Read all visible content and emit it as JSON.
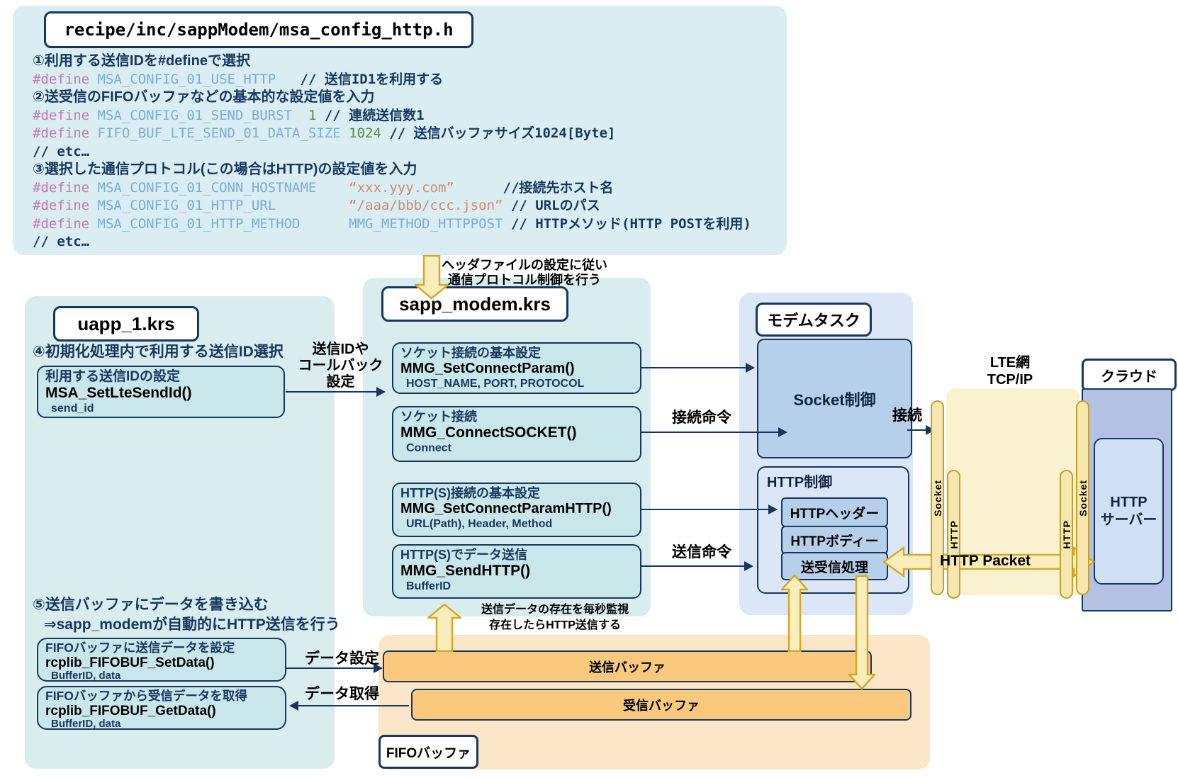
{
  "palette": {
    "navy_border": "#17375e",
    "ice_panel": "#d9edf2",
    "teal_panel": "#d9edef",
    "teal_box": "#c9e6ea",
    "blue_panel": "#dbe7f6",
    "blue_box": "#b6cfeb",
    "yellow_panel": "#f9f1d0",
    "pill_fill": "#f5e7ad",
    "pill_border": "#c6a02c",
    "orange_panel": "#fbe7c7",
    "orange_bar": "#fac97e",
    "code_define": "#c579b2",
    "code_identifier": "#7bacd8",
    "code_number": "#5d8a3c",
    "code_string": "#d6886a"
  },
  "header_file": {
    "title": "recipe/inc/sappModem/msa_config_http.h",
    "code_lines": [
      {
        "segments": [
          {
            "text": "①利用する送信IDを#defineで選択",
            "style": "jp"
          }
        ]
      },
      {
        "segments": [
          {
            "text": "#define ",
            "style": "kw"
          },
          {
            "text": "MSA_CONFIG_01_USE_HTTP",
            "style": "id"
          },
          {
            "text": "   ",
            "style": "id"
          },
          {
            "text": "// 送信ID1を利用する",
            "style": "cm"
          }
        ]
      },
      {
        "segments": [
          {
            "text": "②送受信のFIFOバッファなどの基本的な設定値を入力",
            "style": "jp"
          }
        ]
      },
      {
        "segments": [
          {
            "text": "#define ",
            "style": "kw"
          },
          {
            "text": "MSA_CONFIG_01_SEND_BURST",
            "style": "id"
          },
          {
            "text": "  ",
            "style": "id"
          },
          {
            "text": "1",
            "style": "num"
          },
          {
            "text": " ",
            "style": "id"
          },
          {
            "text": "// 連続送信数1",
            "style": "cm"
          }
        ]
      },
      {
        "segments": [
          {
            "text": "#define ",
            "style": "kw"
          },
          {
            "text": "FIFO_BUF_LTE_SEND_01_DATA_SIZE",
            "style": "id"
          },
          {
            "text": " ",
            "style": "id"
          },
          {
            "text": "1024",
            "style": "num"
          },
          {
            "text": " ",
            "style": "id"
          },
          {
            "text": "// 送信バッファサイズ1024[Byte]",
            "style": "cm"
          }
        ]
      },
      {
        "segments": [
          {
            "text": "// etc…",
            "style": "cm"
          }
        ]
      },
      {
        "segments": [
          {
            "text": "③選択した通信プロトコル(この場合はHTTP)の設定値を入力",
            "style": "jp"
          }
        ]
      },
      {
        "segments": [
          {
            "text": "#define ",
            "style": "kw"
          },
          {
            "text": "MSA_CONFIG_01_CONN_HOSTNAME",
            "style": "id"
          },
          {
            "text": "    ",
            "style": "id"
          },
          {
            "text": "“xxx.yyy.com”",
            "style": "str"
          },
          {
            "text": "      ",
            "style": "id"
          },
          {
            "text": "//接続先ホスト名",
            "style": "cm"
          }
        ]
      },
      {
        "segments": [
          {
            "text": "#define ",
            "style": "kw"
          },
          {
            "text": "MSA_CONFIG_01_HTTP_URL",
            "style": "id"
          },
          {
            "text": "         ",
            "style": "id"
          },
          {
            "text": "“/aaa/bbb/ccc.json”",
            "style": "str"
          },
          {
            "text": " ",
            "style": "id"
          },
          {
            "text": "// URLのパス",
            "style": "cm"
          }
        ]
      },
      {
        "segments": [
          {
            "text": "#define ",
            "style": "kw"
          },
          {
            "text": "MSA_CONFIG_01_HTTP_METHOD",
            "style": "id"
          },
          {
            "text": "      ",
            "style": "id"
          },
          {
            "text": "MMG_METHOD_HTTPPOST",
            "style": "id"
          },
          {
            "text": " ",
            "style": "id"
          },
          {
            "text": "// HTTPメソッド(HTTP POSTを利用)",
            "style": "cm"
          }
        ]
      },
      {
        "segments": [
          {
            "text": "// etc…",
            "style": "cm"
          }
        ]
      }
    ]
  },
  "uapp": {
    "title": "uapp_1.krs",
    "step4": "④初期化処理内で利用する送信ID選択",
    "box_send_id": {
      "line1": "利用する送信IDの設定",
      "line2": "MSA_SetLteSendId()",
      "line3": "send_id"
    },
    "step5_line1": "⑤送信バッファにデータを書き込む",
    "step5_line2": "⇒sapp_modemが自動的にHTTP送信を行う",
    "box_set_data": {
      "line1": "FIFOバッファに送信データを設定",
      "line2": "rcplib_FIFOBUF_SetData()",
      "line3": "BufferID, data"
    },
    "box_get_data": {
      "line1": "FIFOバッファから受信データを取得",
      "line2": "rcplib_FIFOBUF_GetData()",
      "line3": "BufferID, data"
    }
  },
  "sapp": {
    "title": "sapp_modem.krs",
    "boxes": [
      {
        "line1": "ソケット接続の基本設定",
        "line2": "MMG_SetConnectParam()",
        "line3": "HOST_NAME, PORT, PROTOCOL"
      },
      {
        "line1": "ソケット接続",
        "line2": "MMG_ConnectSOCKET()",
        "line3": "Connect"
      },
      {
        "line1": "HTTP(S)接続の基本設定",
        "line2": "MMG_SetConnectParamHTTP()",
        "line3": "URL(Path), Header, Method"
      },
      {
        "line1": "HTTP(S)でデータ送信",
        "line2": "MMG_SendHTTP()",
        "line3": "BufferID"
      }
    ]
  },
  "modem": {
    "title": "モデムタスク",
    "socket_ctrl": "Socket制御",
    "http_ctrl": "HTTP制御",
    "http_boxes": [
      "HTTPヘッダー",
      "HTTPボディー",
      "送受信処理"
    ]
  },
  "network": {
    "lte_label": [
      "LTE網",
      "TCP/IP"
    ],
    "pills_left": [
      "Socket",
      "HTTP"
    ],
    "pills_right": [
      "HTTP",
      "Socket"
    ]
  },
  "cloud": {
    "title": "クラウド",
    "server_line1": "HTTP",
    "server_line2": "サーバー"
  },
  "fifo": {
    "title": "FIFOバッファ",
    "send_buffer": "送信バッファ",
    "recv_buffer": "受信バッファ"
  },
  "labels": {
    "header_follow": [
      "ヘッダファイルの設定に従い",
      "通信プロトコル制御を行う"
    ],
    "send_id_callback": [
      "送信IDや",
      "コールバック",
      "設定"
    ],
    "connect_cmd": "接続命令",
    "send_cmd": "送信命令",
    "connect": "接続",
    "data_set": "データ設定",
    "data_get": "データ取得",
    "monitor": [
      "送信データの存在を毎秒監視",
      "存在したらHTTP送信する"
    ],
    "http_packet": "HTTP Packet"
  }
}
